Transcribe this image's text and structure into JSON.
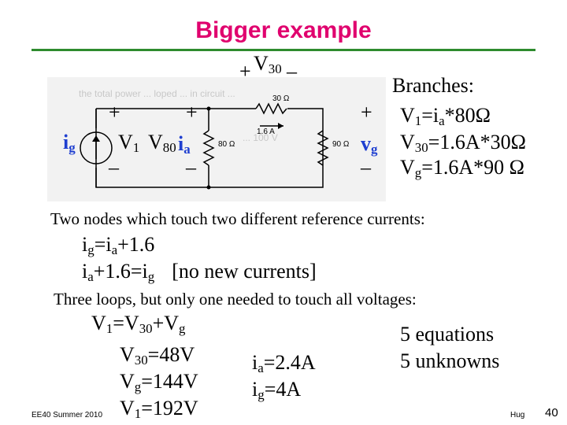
{
  "title": "Bigger example",
  "circuit": {
    "plus": "+",
    "minus": "–",
    "v30": "V",
    "v30_sub": "30",
    "ig": "i",
    "ig_sub": "g",
    "v1": "V",
    "v1_sub": "1",
    "v80": "V",
    "v80_sub": "80",
    "ia": "i",
    "ia_sub": "a",
    "vg": "v",
    "vg_sub": "g",
    "r80": "80 Ω",
    "r30": "30 Ω",
    "r90": "90 Ω",
    "isrc": "1.6 A",
    "ghost1": "the total power ... loped ... in circuit ...",
    "ghost2": "... 100 V"
  },
  "branches": {
    "heading": "Branches:",
    "line1": {
      "a": "V",
      "a_sub": "1",
      "b": "=i",
      "b_sub": "a",
      "c": "*80Ω"
    },
    "line2": {
      "a": "V",
      "a_sub": "30",
      "c": "=1.6A*30Ω"
    },
    "line3": {
      "a": "V",
      "a_sub": "g",
      "c": "=1.6A*90 Ω"
    }
  },
  "nodes": {
    "heading": "Two nodes which touch two different reference currents:",
    "eq1": {
      "a": "i",
      "a_sub": "g",
      "b": "=i",
      "b_sub": "a",
      "c": "+1.6"
    },
    "eq2": {
      "a": "i",
      "a_sub": "a",
      "b": "+1.6=i",
      "b_sub": "g",
      "c": "[no new currents]"
    }
  },
  "loops": {
    "heading": "Three loops, but only one needed to touch all voltages:",
    "eq": {
      "a": "V",
      "a_sub": "1",
      "b": "=V",
      "b_sub": "30",
      "c": "+V",
      "c_sub": "g"
    }
  },
  "results": {
    "v30": {
      "a": "V",
      "a_sub": "30",
      "b": "=48V"
    },
    "vg": {
      "a": "V",
      "a_sub": "g",
      "b": "=144V"
    },
    "v1": {
      "a": "V",
      "a_sub": "1",
      "b": "=192V"
    },
    "ia": {
      "a": "i",
      "a_sub": "a",
      "b": "=2.4A"
    },
    "ig": {
      "a": "i",
      "a_sub": "g",
      "b": "=4A"
    },
    "count1": "5 equations",
    "count2": "5 unknowns"
  },
  "footer": {
    "left": "EE40 Summer 2010",
    "author": "Hug",
    "page": "40"
  },
  "colors": {
    "title": "#e0006e",
    "rule": "#2e8b2e",
    "symbols": "#1f3fd0"
  }
}
